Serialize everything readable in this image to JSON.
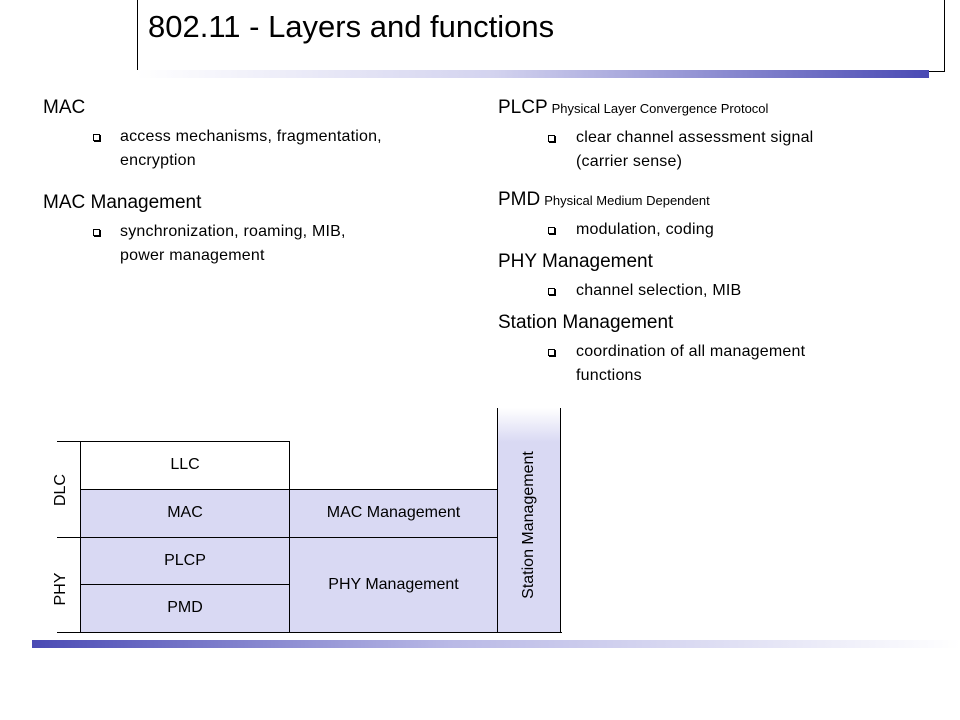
{
  "title": "802.11 - Layers and functions",
  "left_column": [
    {
      "heading": "MAC",
      "bullets": [
        [
          "access mechanisms, fragmentation,",
          "encryption"
        ]
      ]
    },
    {
      "heading": "MAC Management",
      "bullets": [
        [
          "synchronization, roaming, MIB,",
          "power management"
        ]
      ]
    }
  ],
  "right_column": [
    {
      "heading": "PLCP",
      "sub": "Physical Layer Convergence Protocol",
      "bullets": [
        [
          "clear channel assessment signal",
          "(carrier sense)"
        ]
      ]
    },
    {
      "heading": "PMD",
      "sub": "Physical Medium Dependent",
      "bullets": [
        [
          "modulation, coding"
        ]
      ]
    },
    {
      "heading": "PHY Management",
      "sub": "",
      "bullets": [
        [
          "channel selection, MIB"
        ]
      ]
    },
    {
      "heading": "Station Management",
      "sub": "",
      "bullets": [
        [
          "coordination of all management",
          "functions"
        ]
      ]
    }
  ],
  "diagram": {
    "side_labels": {
      "dlc": "DLC",
      "phy": "PHY"
    },
    "layers": {
      "llc": "LLC",
      "mac": "MAC",
      "plcp": "PLCP",
      "pmd": "PMD"
    },
    "management": {
      "mac": "MAC Management",
      "phy": "PHY Management",
      "station": "Station Management"
    }
  },
  "colors": {
    "cell_fill": "#d9d9f3",
    "accent_bar": "#4a4ab4"
  }
}
